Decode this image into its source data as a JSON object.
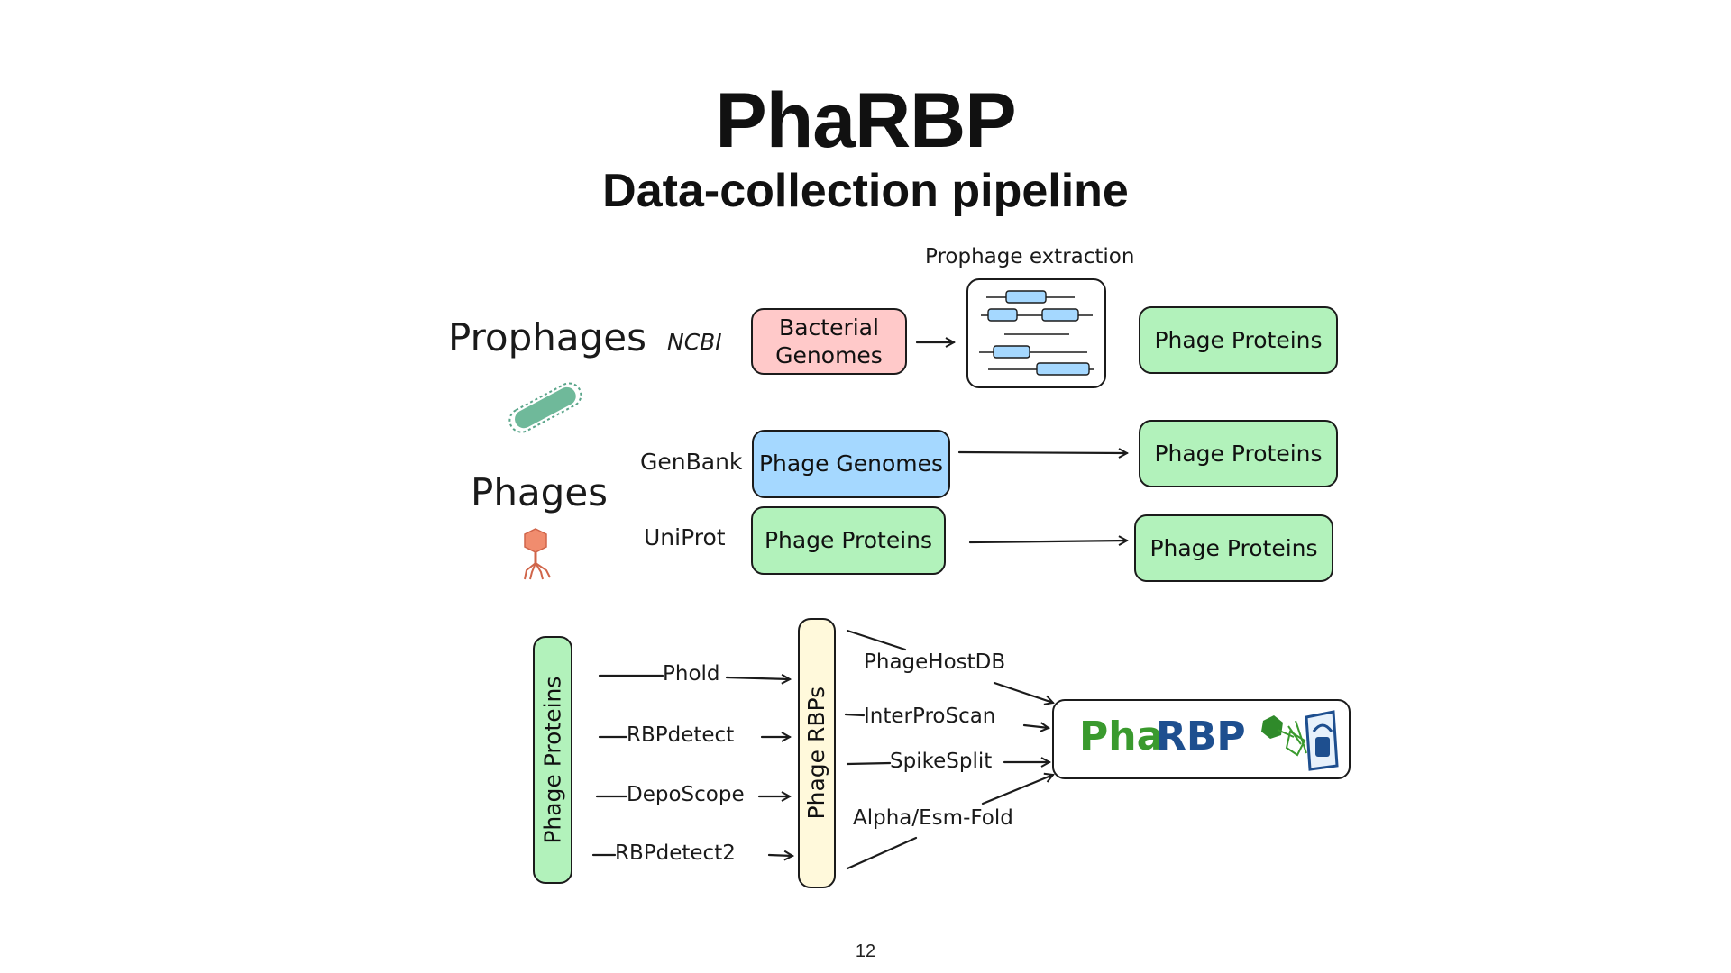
{
  "title": "PhaRBP",
  "subtitle": "Data-collection pipeline",
  "page_number": "12",
  "colors": {
    "green": "#b2f2bb",
    "blue": "#a5d8ff",
    "pink": "#ffc9c9",
    "cream": "#fff9db",
    "logo_green": "#3a9a2e",
    "logo_blue": "#1e4f8f"
  },
  "sections": {
    "prophages": "Prophages",
    "phages": "Phages"
  },
  "sources": {
    "ncbi": "NCBI",
    "genbank": "GenBank",
    "uniprot": "UniProt"
  },
  "boxes": {
    "bacterial_genomes": "Bacterial Genomes",
    "phage_genomes": "Phage Genomes",
    "phage_proteins_input": "Phage Proteins",
    "phage_proteins_out1": "Phage Proteins",
    "phage_proteins_out2": "Phage Proteins",
    "phage_proteins_out3": "Phage Proteins",
    "phage_proteins_vertical": "Phage Proteins",
    "phage_rbps_vertical": "Phage RBPs"
  },
  "prophage_extraction_label": "Prophage extraction",
  "tools": [
    "Phold",
    "RBPdetect",
    "DepoScope",
    "RBPdetect2"
  ],
  "databases": [
    "PhageHostDB",
    "InterProScan",
    "SpikeSplit",
    "Alpha/Esm-Fold"
  ],
  "logo": {
    "pha": "Pha",
    "rbp": "RBP"
  },
  "icons": [
    "bacterium-icon",
    "phage-icon",
    "genome-map-icon",
    "logo-emblem-icon"
  ]
}
